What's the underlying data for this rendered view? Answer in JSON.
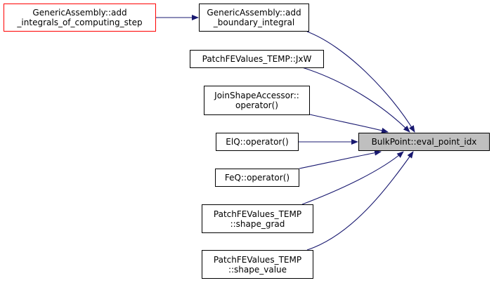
{
  "focus_node": {
    "label": "BulkPoint::eval_point_idx",
    "fill": "#bfbfbf"
  },
  "nodes": [
    {
      "id": "integrals",
      "lines": [
        "GenericAssembly::add",
        "_integrals_of_computing_step"
      ],
      "border": "#ff0000"
    },
    {
      "id": "boundary",
      "lines": [
        "GenericAssembly::add",
        "_boundary_integral"
      ]
    },
    {
      "id": "jxw",
      "lines": [
        "PatchFEValues_TEMP::JxW"
      ]
    },
    {
      "id": "join",
      "lines": [
        "JoinShapeAccessor::",
        "operator()"
      ]
    },
    {
      "id": "elq",
      "lines": [
        "ElQ::operator()"
      ]
    },
    {
      "id": "feq",
      "lines": [
        "FeQ::operator()"
      ]
    },
    {
      "id": "grad",
      "lines": [
        "PatchFEValues_TEMP",
        "::shape_grad"
      ]
    },
    {
      "id": "value",
      "lines": [
        "PatchFEValues_TEMP",
        "::shape_value"
      ]
    }
  ],
  "edge_color": "#191970"
}
